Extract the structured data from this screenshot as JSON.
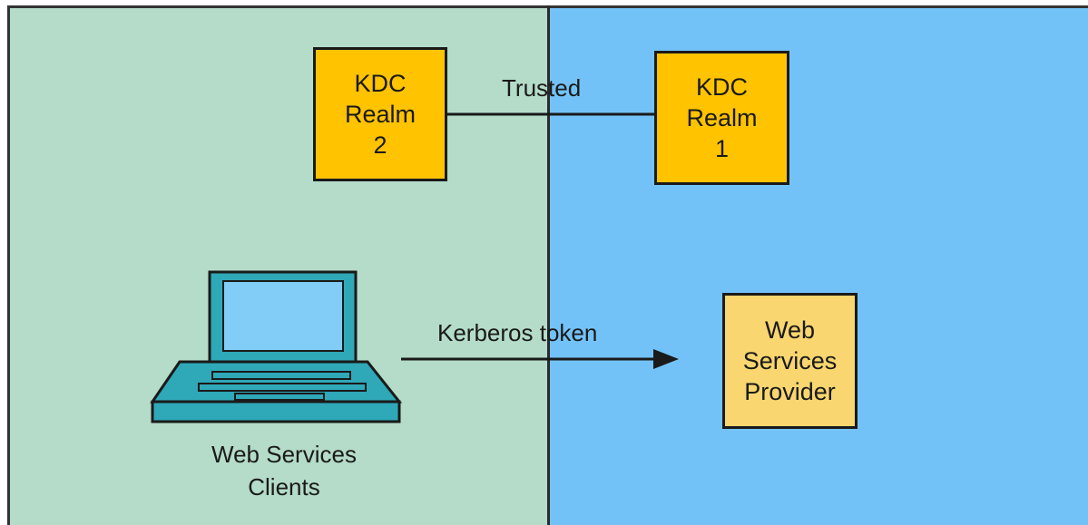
{
  "zones": {
    "left_color": "#b4dcc8",
    "right_color": "#73c2f7"
  },
  "kdc_realm_2": {
    "line1": "KDC",
    "line2": "Realm",
    "line3": "2"
  },
  "kdc_realm_1": {
    "line1": "KDC",
    "line2": "Realm",
    "line3": "1"
  },
  "trust_link": {
    "label": "Trusted"
  },
  "token_flow": {
    "label": "Kerberos token"
  },
  "clients": {
    "icon": "laptop-icon",
    "line1": "Web Services",
    "line2": "Clients"
  },
  "provider": {
    "line1": "Web",
    "line2": "Services",
    "line3": "Provider"
  },
  "colors": {
    "kdc": "#ffc300",
    "provider": "#f9d66f",
    "laptop": "#2fa8b8"
  }
}
